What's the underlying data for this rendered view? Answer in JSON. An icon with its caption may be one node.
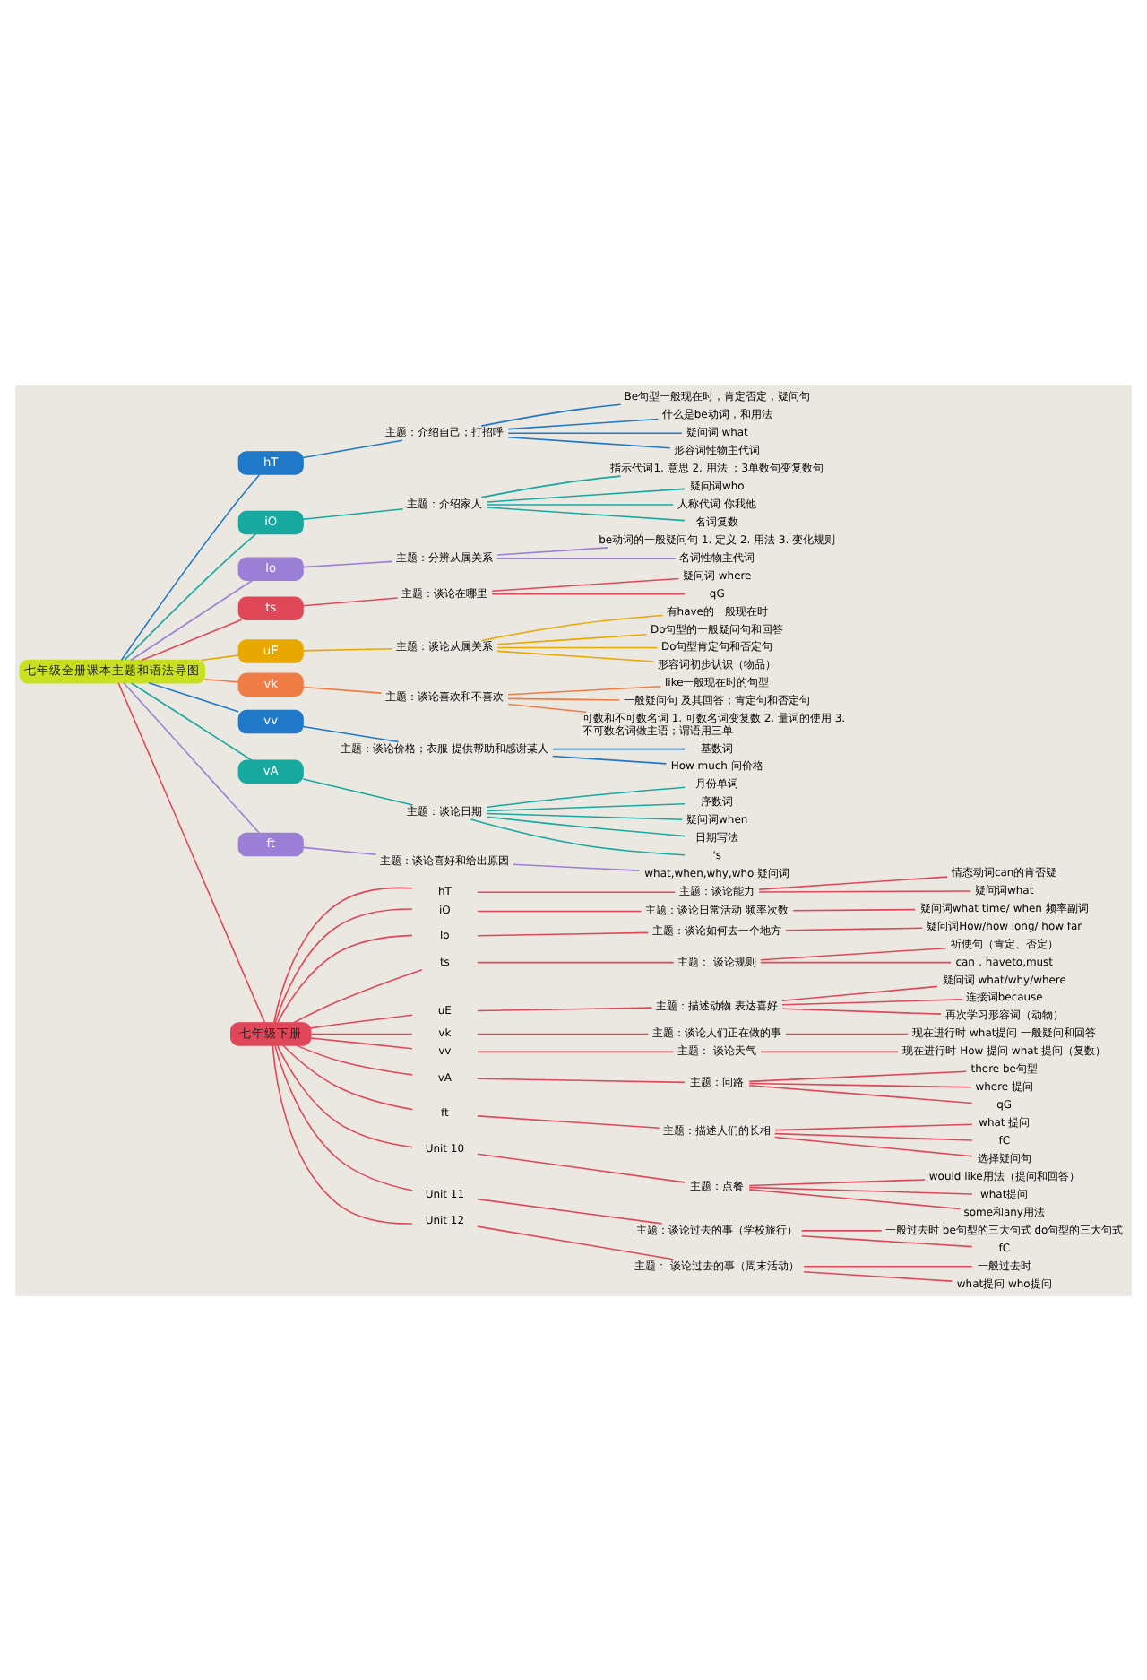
{
  "diagram": {
    "nodes": [
      {
        "text": [
          "七年级全册课本主题和语法导图"
        ]
      },
      {
        "text": [
          "hT"
        ]
      },
      {
        "text": [
          "主题：介绍自己；打招呼"
        ]
      },
      {
        "text": [
          "Be句型一般现在时，肯定否定，疑问句"
        ]
      },
      {
        "text": [
          "什么是be动词，和用法"
        ]
      },
      {
        "text": [
          "疑问词 what"
        ]
      },
      {
        "text": [
          "形容词性物主代词"
        ]
      },
      {
        "text": [
          "iO"
        ]
      },
      {
        "text": [
          "主题：介绍家人"
        ]
      },
      {
        "text": [
          "指示代词1. 意思 2. 用法 ；3单数句变复数句"
        ]
      },
      {
        "text": [
          "疑问词who"
        ]
      },
      {
        "text": [
          "人称代词 你我他"
        ]
      },
      {
        "text": [
          "名词复数"
        ]
      },
      {
        "text": [
          "lo"
        ]
      },
      {
        "text": [
          "主题：分辨从属关系"
        ]
      },
      {
        "text": [
          "be动词的一般疑问句 1. 定义 2. 用法 3. 变化规则"
        ]
      },
      {
        "text": [
          "名词性物主代词"
        ]
      },
      {
        "text": [
          "ts"
        ]
      },
      {
        "text": [
          "主题：谈论在哪里"
        ]
      },
      {
        "text": [
          "疑问词 where"
        ]
      },
      {
        "text": [
          "qG"
        ]
      },
      {
        "text": [
          "uE"
        ]
      },
      {
        "text": [
          "主题：谈论从属关系"
        ]
      },
      {
        "text": [
          "有have的一般现在时"
        ]
      },
      {
        "text": [
          "Do句型的一般疑问句和回答"
        ]
      },
      {
        "text": [
          "Do句型肯定句和否定句"
        ]
      },
      {
        "text": [
          "形容词初步认识（物品）"
        ]
      },
      {
        "text": [
          "vk"
        ]
      },
      {
        "text": [
          "主题：谈论喜欢和不喜欢"
        ]
      },
      {
        "text": [
          "like一般现在时的句型"
        ]
      },
      {
        "text": [
          "一般疑问句 及其回答；肯定句和否定句"
        ]
      },
      {
        "text": [
          "可数和不可数名词 1. 可数名词变复数 2. 量词的使用 3. 不可数名词做主语；谓语用三单"
        ]
      },
      {
        "text": [
          "vv"
        ]
      },
      {
        "text": [
          "主题：谈论价格；衣服 提供帮助和感谢某人"
        ]
      },
      {
        "text": [
          "基数词"
        ]
      },
      {
        "text": [
          "How much 问价格"
        ]
      },
      {
        "text": [
          "vA"
        ]
      },
      {
        "text": [
          "主题：谈论日期"
        ]
      },
      {
        "text": [
          "月份单词"
        ]
      },
      {
        "text": [
          "序数词"
        ]
      },
      {
        "text": [
          "疑问词when"
        ]
      },
      {
        "text": [
          "日期写法"
        ]
      },
      {
        "text": [
          "'s"
        ]
      },
      {
        "text": [
          "ft"
        ]
      },
      {
        "text": [
          "主题：谈论喜好和给出原因"
        ]
      },
      {
        "text": [
          "what,when,why,who 疑问词"
        ]
      },
      {
        "text": [
          "七年级下册"
        ]
      },
      {
        "text": [
          "hT"
        ]
      },
      {
        "text": [
          "主题：谈论能力"
        ]
      },
      {
        "text": [
          "情态动词can的肯否疑"
        ]
      },
      {
        "text": [
          "疑问词what"
        ]
      },
      {
        "text": [
          "iO"
        ]
      },
      {
        "text": [
          "主题：谈论日常活动 频率次数"
        ]
      },
      {
        "text": [
          "疑问词what time/ when 频率副词"
        ]
      },
      {
        "text": [
          "lo"
        ]
      },
      {
        "text": [
          "主题：谈论如何去一个地方"
        ]
      },
      {
        "text": [
          "疑问词How/how long/ how far"
        ]
      },
      {
        "text": [
          "ts"
        ]
      },
      {
        "text": [
          "主题： 谈论规则"
        ]
      },
      {
        "text": [
          "祈使句（肯定、否定）"
        ]
      },
      {
        "text": [
          "can，haveto,must"
        ]
      },
      {
        "text": [
          "uE"
        ]
      },
      {
        "text": [
          "主题：描述动物 表达喜好"
        ]
      },
      {
        "text": [
          "疑问词 what/why/where"
        ]
      },
      {
        "text": [
          "连接词because"
        ]
      },
      {
        "text": [
          "再次学习形容词（动物）"
        ]
      },
      {
        "text": [
          "vk"
        ]
      },
      {
        "text": [
          "主题：谈论人们正在做的事"
        ]
      },
      {
        "text": [
          "现在进行时 what提问 一般疑问和回答"
        ]
      },
      {
        "text": [
          "vv"
        ]
      },
      {
        "text": [
          "主题： 谈论天气"
        ]
      },
      {
        "text": [
          "现在进行时 How 提问 what 提问（复数）"
        ]
      },
      {
        "text": [
          "vA"
        ]
      },
      {
        "text": [
          "主题：问路"
        ]
      },
      {
        "text": [
          "there be句型"
        ]
      },
      {
        "text": [
          "where 提问"
        ]
      },
      {
        "text": [
          "qG"
        ]
      },
      {
        "text": [
          "ft"
        ]
      },
      {
        "text": [
          "主题：描述人们的长相"
        ]
      },
      {
        "text": [
          "what 提问"
        ]
      },
      {
        "text": [
          "fC"
        ]
      },
      {
        "text": [
          "选择疑问句"
        ]
      },
      {
        "text": [
          "Unit 10"
        ]
      },
      {
        "text": [
          "主题：点餐"
        ]
      },
      {
        "text": [
          "would like用法（提问和回答）"
        ]
      },
      {
        "text": [
          "what提问"
        ]
      },
      {
        "text": [
          "some和any用法"
        ]
      },
      {
        "text": [
          "Unit 11"
        ]
      },
      {
        "text": [
          "主题：谈论过去的事（学校旅行）"
        ]
      },
      {
        "text": [
          "一般过去时 be句型的三大句式 do句型的三大句式"
        ]
      },
      {
        "text": [
          "fC"
        ]
      },
      {
        "text": [
          "Unit 12"
        ]
      },
      {
        "text": [
          "主题： 谈论过去的事（周末活动）"
        ]
      },
      {
        "text": [
          "一般过去时"
        ]
      },
      {
        "text": [
          "what提问 who提问"
        ]
      }
    ],
    "edges": [
      {
        "from": 0,
        "to": 1,
        "arrow": "none",
        "color": "#1f78c8"
      },
      {
        "from": 1,
        "to": 2,
        "arrow": "none",
        "color": "#1f78c8"
      },
      {
        "from": 2,
        "to": 3,
        "arrow": "none",
        "color": "#1f78c8"
      },
      {
        "from": 2,
        "to": 4,
        "arrow": "none",
        "color": "#1f78c8"
      },
      {
        "from": 2,
        "to": 5,
        "arrow": "none",
        "color": "#1f78c8"
      },
      {
        "from": 2,
        "to": 6,
        "arrow": "none",
        "color": "#1f78c8"
      },
      {
        "from": 0,
        "to": 7,
        "arrow": "none",
        "color": "#17a9a0"
      },
      {
        "from": 7,
        "to": 8,
        "arrow": "none",
        "color": "#17a9a0"
      },
      {
        "from": 8,
        "to": 9,
        "arrow": "none",
        "color": "#17a9a0"
      },
      {
        "from": 8,
        "to": 10,
        "arrow": "none",
        "color": "#17a9a0"
      },
      {
        "from": 8,
        "to": 11,
        "arrow": "none",
        "color": "#17a9a0"
      },
      {
        "from": 8,
        "to": 12,
        "arrow": "none",
        "color": "#17a9a0"
      },
      {
        "from": 0,
        "to": 13,
        "arrow": "none",
        "color": "#9b7fd6"
      },
      {
        "from": 13,
        "to": 14,
        "arrow": "none",
        "color": "#9b7fd6"
      },
      {
        "from": 14,
        "to": 15,
        "arrow": "none",
        "color": "#9b7fd6"
      },
      {
        "from": 14,
        "to": 16,
        "arrow": "none",
        "color": "#9b7fd6"
      },
      {
        "from": 0,
        "to": 17,
        "arrow": "none"
      },
      {
        "from": 17,
        "to": 18,
        "arrow": "none"
      },
      {
        "from": 18,
        "to": 19,
        "arrow": "none"
      },
      {
        "from": 18,
        "to": 20,
        "arrow": "none"
      },
      {
        "from": 0,
        "to": 21,
        "arrow": "none",
        "color": "#e8a800"
      },
      {
        "from": 21,
        "to": 22,
        "arrow": "none",
        "color": "#e8a800"
      },
      {
        "from": 22,
        "to": 23,
        "arrow": "none",
        "color": "#e8a800"
      },
      {
        "from": 22,
        "to": 24,
        "arrow": "none",
        "color": "#e8a800"
      },
      {
        "from": 22,
        "to": 25,
        "arrow": "none",
        "color": "#e8a800"
      },
      {
        "from": 22,
        "to": 26,
        "arrow": "none",
        "color": "#e8a800"
      },
      {
        "from": 0,
        "to": 27,
        "arrow": "none",
        "color": "#f07c45"
      },
      {
        "from": 27,
        "to": 28,
        "arrow": "none",
        "color": "#f07c45"
      },
      {
        "from": 28,
        "to": 29,
        "arrow": "none",
        "color": "#f07c45"
      },
      {
        "from": 28,
        "to": 30,
        "arrow": "none",
        "color": "#f07c45"
      },
      {
        "from": 28,
        "to": 31,
        "arrow": "none",
        "color": "#f07c45"
      },
      {
        "from": 0,
        "to": 32,
        "arrow": "none",
        "color": "#1f78c8"
      },
      {
        "from": 32,
        "to": 33,
        "arrow": "none",
        "color": "#1f78c8"
      },
      {
        "from": 33,
        "to": 34,
        "arrow": "none",
        "color": "#1f78c8"
      },
      {
        "from": 33,
        "to": 35,
        "arrow": "none",
        "color": "#1f78c8"
      },
      {
        "from": 0,
        "to": 36,
        "arrow": "none",
        "color": "#17a9a0"
      },
      {
        "from": 36,
        "to": 37,
        "arrow": "none",
        "color": "#17a9a0"
      },
      {
        "from": 37,
        "to": 38,
        "arrow": "none",
        "color": "#17a9a0"
      },
      {
        "from": 37,
        "to": 39,
        "arrow": "none",
        "color": "#17a9a0"
      },
      {
        "from": 37,
        "to": 40,
        "arrow": "none",
        "color": "#17a9a0"
      },
      {
        "from": 37,
        "to": 41,
        "arrow": "none",
        "color": "#17a9a0"
      },
      {
        "from": 37,
        "to": 42,
        "arrow": "none",
        "color": "#17a9a0"
      },
      {
        "from": 0,
        "to": 43,
        "arrow": "none",
        "color": "#9b7fd6"
      },
      {
        "from": 43,
        "to": 44,
        "arrow": "none",
        "color": "#9b7fd6"
      },
      {
        "from": 44,
        "to": 45,
        "arrow": "none",
        "color": "#9b7fd6"
      },
      {
        "from": 0,
        "to": 46,
        "arrow": "none"
      },
      {
        "from": 46,
        "to": 47,
        "arrow": "none"
      },
      {
        "from": 47,
        "to": 48,
        "arrow": "none"
      },
      {
        "from": 48,
        "to": 49,
        "arrow": "none"
      },
      {
        "from": 48,
        "to": 50,
        "arrow": "none"
      },
      {
        "from": 46,
        "to": 51,
        "arrow": "none"
      },
      {
        "from": 51,
        "to": 52,
        "arrow": "none"
      },
      {
        "from": 52,
        "to": 53,
        "arrow": "none"
      },
      {
        "from": 46,
        "to": 54,
        "arrow": "none"
      },
      {
        "from": 54,
        "to": 55,
        "arrow": "none"
      },
      {
        "from": 55,
        "to": 56,
        "arrow": "none"
      },
      {
        "from": 46,
        "to": 57,
        "arrow": "none"
      },
      {
        "from": 57,
        "to": 58,
        "arrow": "none"
      },
      {
        "from": 58,
        "to": 59,
        "arrow": "none"
      },
      {
        "from": 58,
        "to": 60,
        "arrow": "none"
      },
      {
        "from": 46,
        "to": 61,
        "arrow": "none"
      },
      {
        "from": 61,
        "to": 62,
        "arrow": "none"
      },
      {
        "from": 62,
        "to": 63,
        "arrow": "none"
      },
      {
        "from": 62,
        "to": 64,
        "arrow": "none"
      },
      {
        "from": 62,
        "to": 65,
        "arrow": "none"
      },
      {
        "from": 46,
        "to": 66,
        "arrow": "none"
      },
      {
        "from": 66,
        "to": 67,
        "arrow": "none"
      },
      {
        "from": 67,
        "to": 68,
        "arrow": "none"
      },
      {
        "from": 46,
        "to": 69,
        "arrow": "none"
      },
      {
        "from": 69,
        "to": 70,
        "arrow": "none"
      },
      {
        "from": 70,
        "to": 71,
        "arrow": "none"
      },
      {
        "from": 46,
        "to": 72,
        "arrow": "none"
      },
      {
        "from": 72,
        "to": 73,
        "arrow": "none"
      },
      {
        "from": 73,
        "to": 74,
        "arrow": "none"
      },
      {
        "from": 73,
        "to": 75,
        "arrow": "none"
      },
      {
        "from": 73,
        "to": 76,
        "arrow": "none"
      },
      {
        "from": 46,
        "to": 77,
        "arrow": "none"
      },
      {
        "from": 77,
        "to": 78,
        "arrow": "none"
      },
      {
        "from": 78,
        "to": 79,
        "arrow": "none"
      },
      {
        "from": 78,
        "to": 80,
        "arrow": "none"
      },
      {
        "from": 78,
        "to": 81,
        "arrow": "none"
      },
      {
        "from": 46,
        "to": 82,
        "arrow": "none"
      },
      {
        "from": 82,
        "to": 83,
        "arrow": "none"
      },
      {
        "from": 83,
        "to": 84,
        "arrow": "none"
      },
      {
        "from": 83,
        "to": 85,
        "arrow": "none"
      },
      {
        "from": 83,
        "to": 86,
        "arrow": "none"
      },
      {
        "from": 46,
        "to": 87,
        "arrow": "none"
      },
      {
        "from": 87,
        "to": 88,
        "arrow": "none"
      },
      {
        "from": 88,
        "to": 89,
        "arrow": "none"
      },
      {
        "from": 88,
        "to": 90,
        "arrow": "none"
      },
      {
        "from": 46,
        "to": 91,
        "arrow": "none"
      },
      {
        "from": 91,
        "to": 92,
        "arrow": "none"
      },
      {
        "from": 92,
        "to": 93,
        "arrow": "none"
      },
      {
        "from": 92,
        "to": 94,
        "arrow": "none"
      }
    ]
  }
}
